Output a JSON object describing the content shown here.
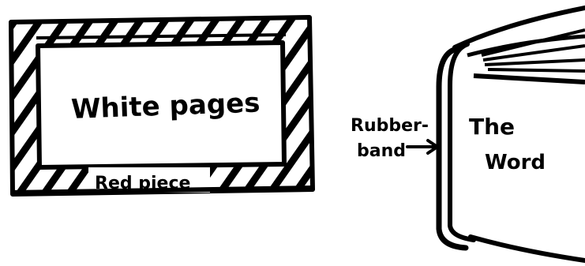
{
  "diagram": {
    "left": {
      "inner_label": "White pages",
      "border_label": "Red piece"
    },
    "right": {
      "pointer_label_line1": "Rubber-",
      "pointer_label_line2": "band",
      "cover_label_line1": "The",
      "cover_label_line2": "Word"
    }
  },
  "colors": {
    "ink": "#000000",
    "paper": "#ffffff"
  }
}
